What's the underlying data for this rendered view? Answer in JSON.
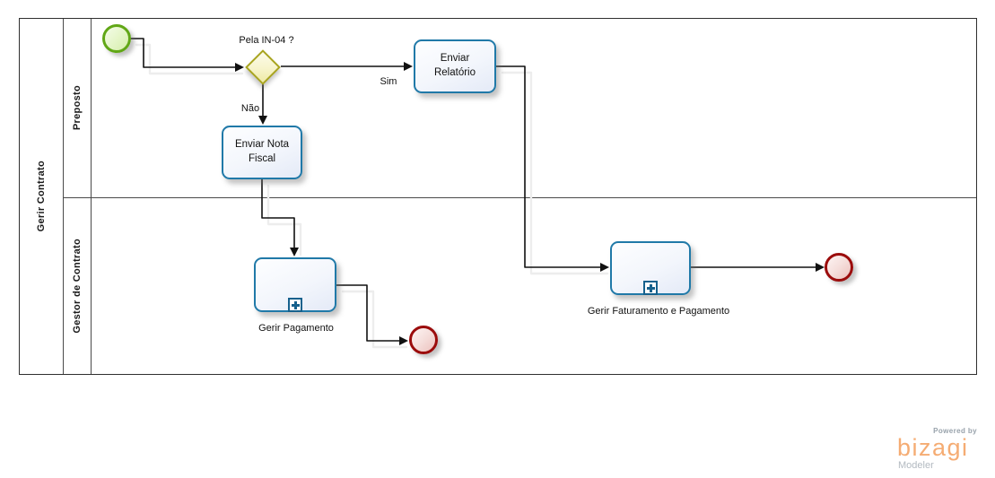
{
  "pool": {
    "label": "Gerir Contrato"
  },
  "lanes": {
    "preposto": "Preposto",
    "gestor": "Gestor de Contrato"
  },
  "flow": {
    "gateway_question": "Pela IN-04 ?",
    "sim": "Sim",
    "nao": "Não"
  },
  "tasks": {
    "enviar_relatorio": "Enviar Relatório",
    "enviar_nota_fiscal": "Enviar Nota Fiscal",
    "gerir_pagamento": "Gerir Pagamento",
    "gerir_faturamento": "Gerir Faturamento e Pagamento"
  },
  "branding": {
    "powered_by": "Powered by",
    "logo_text": "bizagi",
    "product": "Modeler"
  },
  "colors": {
    "task_border": "#2079a8",
    "task_fill": "#eef2fa",
    "gateway_border": "#a8a41e",
    "gateway_fill": "#f7f4cb",
    "start_event_border": "#61a716",
    "start_event_fill": "#e4f5c6",
    "end_event_border": "#9b0c0c",
    "end_event_fill": "#f5dedb",
    "flow_line": "#111111",
    "lane_border": "#4a4a4a",
    "logo_orange": "#f5ac73",
    "logo_gray": "#98a2ab"
  }
}
